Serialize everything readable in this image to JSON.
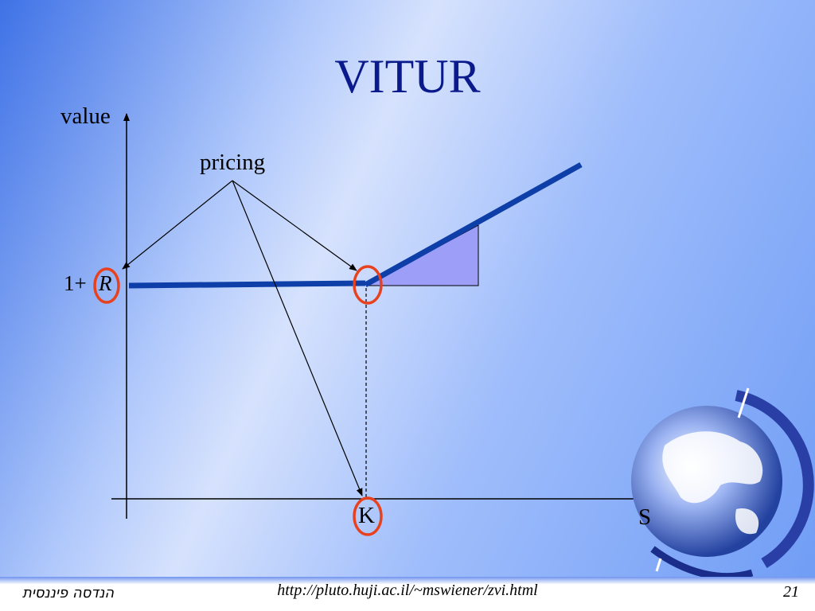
{
  "slide": {
    "title": "VITUR",
    "footer": {
      "left_text": "הנדסה פיננסית",
      "url": "http://pluto.huji.ac.il/~mswiener/zvi.html",
      "page_number": "21"
    }
  },
  "diagram": {
    "y_axis_label": "value",
    "x_axis_label": "S",
    "pricing_label": "pricing",
    "strike_label": "K",
    "intercept_label": {
      "prefix": "1+",
      "variable": "R"
    },
    "colors": {
      "payoff_line": "#0e3ea8",
      "highlight_circle": "#e8411e",
      "shaded_region": "#9d9ef8",
      "title": "#0a1a8c"
    }
  }
}
